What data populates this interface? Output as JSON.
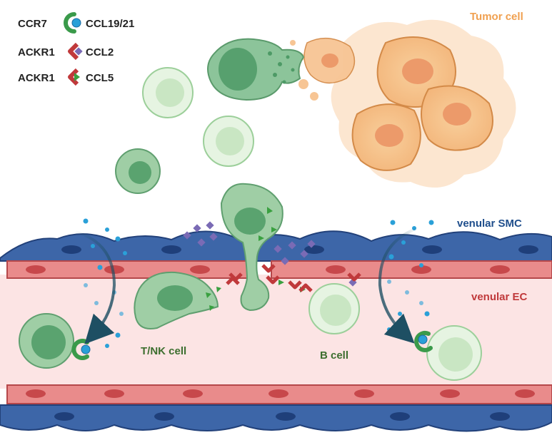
{
  "legend": {
    "rows": [
      {
        "receptor": "CCR7",
        "ligand": "CCL19/21",
        "receptor_icon": "ccr7-receptor-icon",
        "ligand_icon": "ccl19-21-dot-icon"
      },
      {
        "receptor": "ACKR1",
        "ligand": "CCL2",
        "receptor_icon": "ackr1-receptor-icon",
        "ligand_icon": "ccl2-diamond-icon"
      },
      {
        "receptor": "ACKR1",
        "ligand": "CCL5",
        "receptor_icon": "ackr1-receptor-icon",
        "ligand_icon": "ccl5-triangle-icon"
      }
    ]
  },
  "labels": {
    "tumor_cell": "Tumor cell",
    "venular_smc": "venular SMC",
    "venular_ec": "venular EC",
    "tnk_cell": "T/NK cell",
    "b_cell": "B cell"
  },
  "colors": {
    "tumor_label": "#f0a050",
    "smc_label": "#1f4e8c",
    "ec_label": "#c0393b",
    "cell_label": "#3c6e2e",
    "ccr7": "#3a9a4a",
    "ccl19_21": "#2aa0d8",
    "ackr1": "#c0393b",
    "ccl2": "#7a6bb5",
    "ccl5": "#3aa040",
    "smc_fill": "#3d66a8",
    "ec_fill": "#e98b8b",
    "lumen": "#fce4e4"
  }
}
